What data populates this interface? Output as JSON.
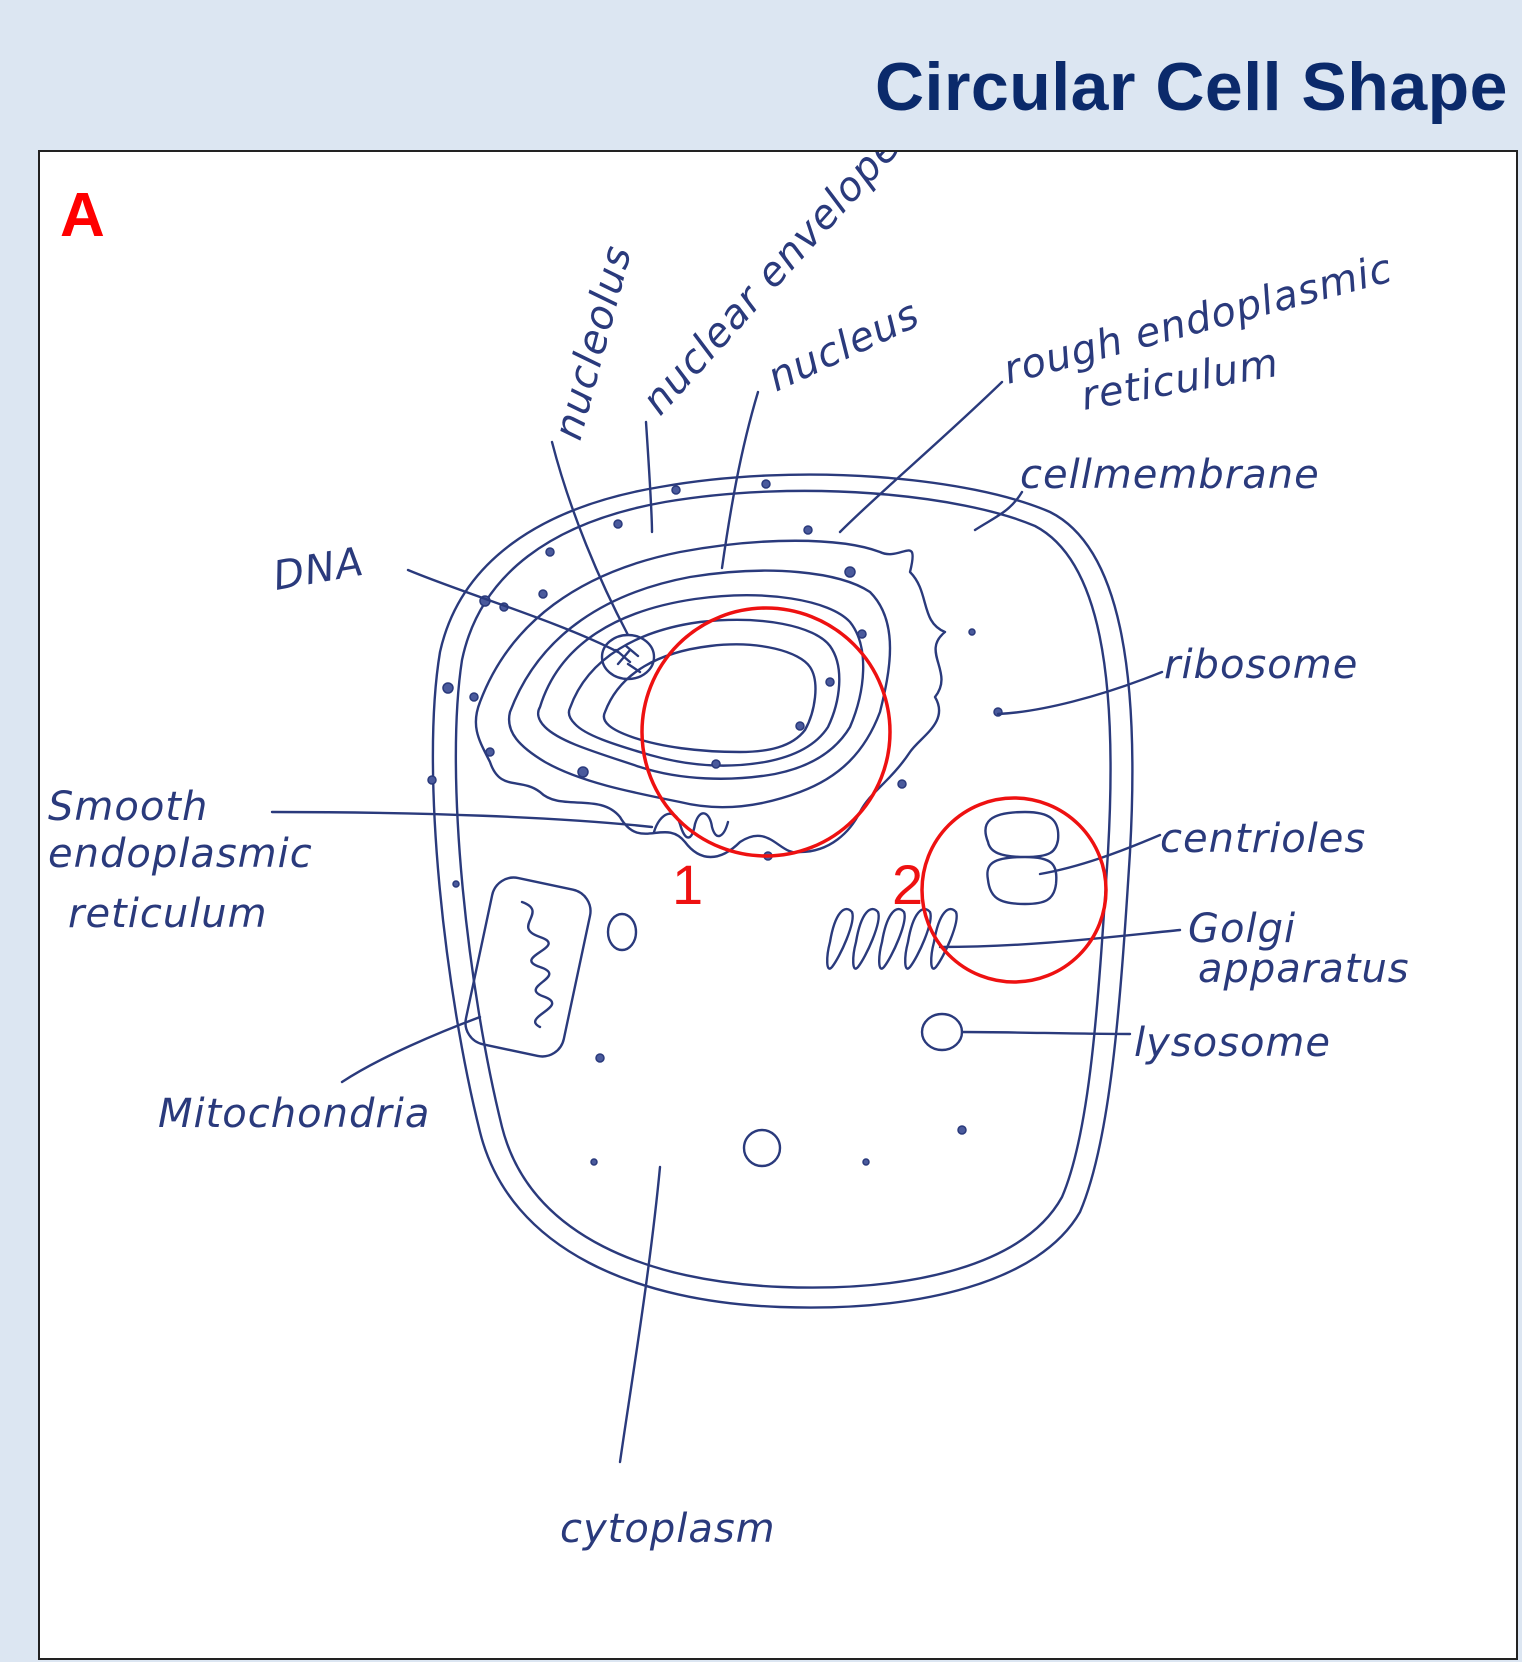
{
  "title": "Circular Cell Shape",
  "panel_letter": "A",
  "labels": {
    "nucleolus": "nucleolus",
    "nuclear_envelope": "nuclear envelope",
    "nucleus": "nucleus",
    "rough_er_line1": "rough endoplasmic",
    "rough_er_line2": "reticulum",
    "cell_membrane": "cellmembrane",
    "dna": "DNA",
    "ribosome": "ribosome",
    "smooth_er_line1": "Smooth",
    "smooth_er_line2": "endoplasmic",
    "smooth_er_line3": "reticulum",
    "centrioles": "centrioles",
    "golgi_line1": "Golgi",
    "golgi_line2": "apparatus",
    "lysosome": "lysosome",
    "mitochondria": "Mitochondria",
    "cytoplasm": "cytoplasm"
  },
  "highlights": {
    "circle_1": "1",
    "circle_2": "2"
  },
  "colors": {
    "background": "#dce6f2",
    "title": "#0b2a6b",
    "ink": "#2a3a7c",
    "highlight": "#ee1111"
  }
}
